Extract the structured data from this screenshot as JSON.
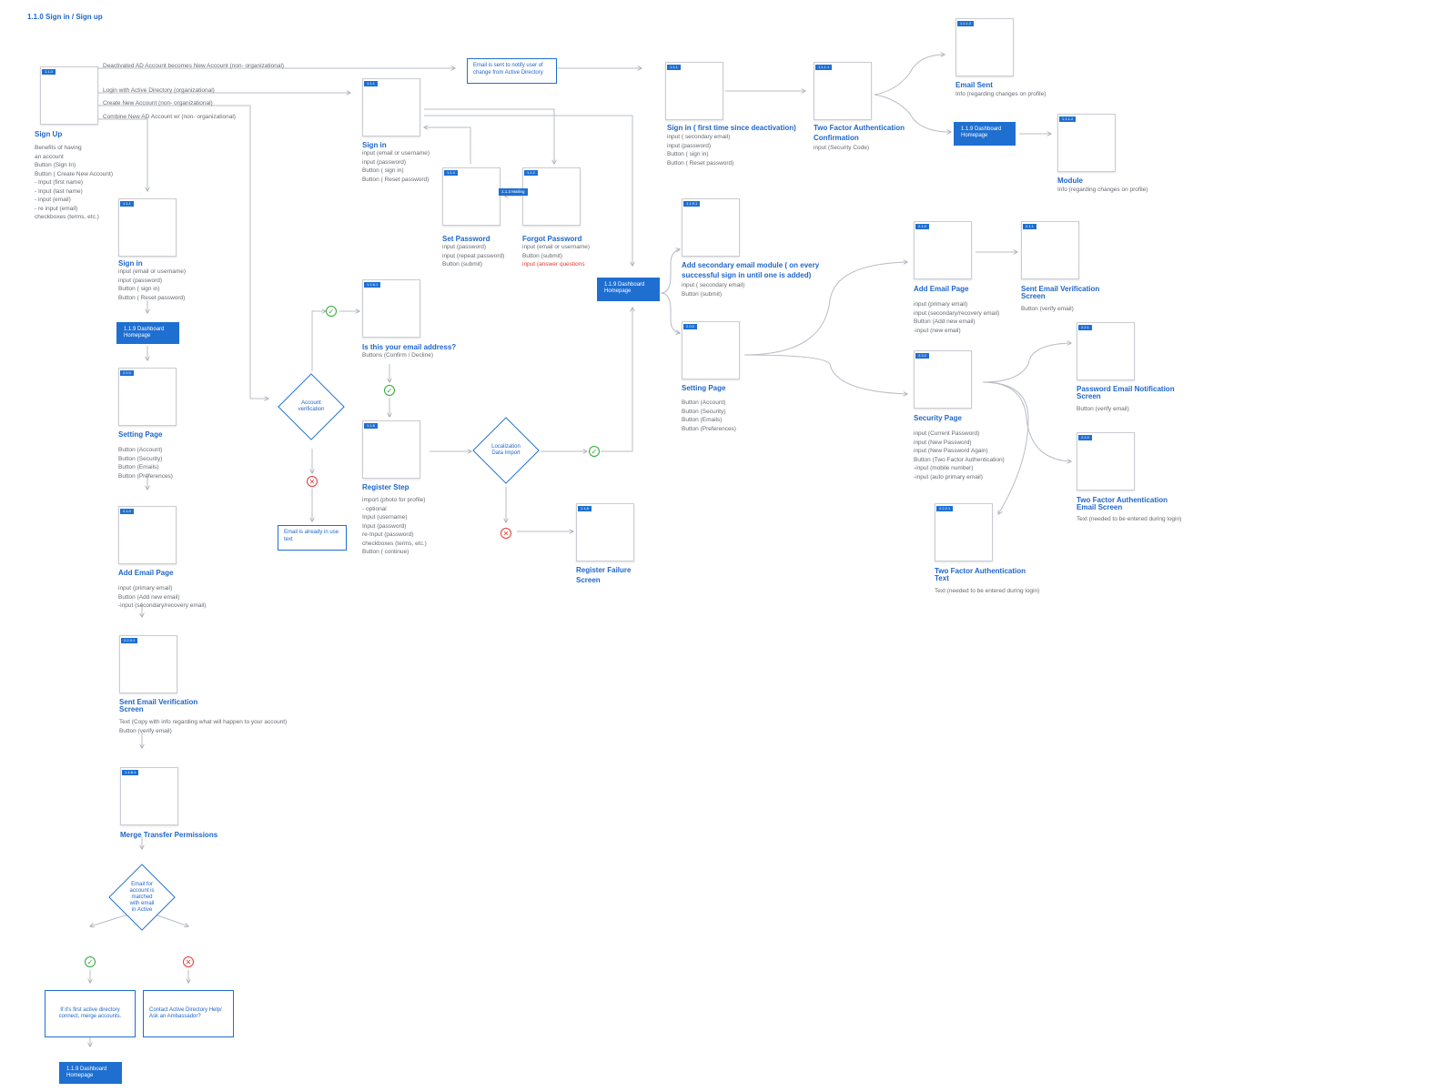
{
  "page": {
    "title": "1.1.0 Sign in / Sign up"
  },
  "edge_labels": {
    "deactivated": "Deactivated AD Account becomes New Account (non- organizational)",
    "login_ad": "Login with Active Directory (organizational)",
    "create_new": "Create New Account (non- organizational)",
    "combine": "Combine New AD Account w/ (non- organizational)"
  },
  "screens": {
    "signup": {
      "tag": "1.1.0",
      "title": "Sign Up",
      "details": [
        "Benefits of having",
        "an account",
        "Button (Sign In)",
        "Button ( Create New Account)",
        "  - Input (first name)",
        "  - Input (last name)",
        "  - input (email)",
        "  - re input (email)",
        "checkboxes (terms, etc.)"
      ]
    },
    "signin_top": {
      "tag": "1.1.1",
      "title": "Sign in",
      "details": [
        "input (email or username)",
        "input (password)",
        "Button ( sign in)",
        "Button ( Reset password)"
      ]
    },
    "set_password": {
      "tag": "1.1.4",
      "title": "Set Password",
      "details": [
        "input (password)",
        "input (repeat password)",
        "Button (submit)"
      ]
    },
    "forgot_password": {
      "tag": "1.1.2",
      "title": "Forgot Password",
      "details": [
        "input (email or username)",
        "Button (submit)"
      ],
      "red_detail": "input (answer questions"
    },
    "signin_left": {
      "tag": "1.1.1",
      "title": "Sign in",
      "details": [
        "input (email or username)",
        "input (password)",
        "Button ( sign in)",
        "Button ( Reset password)"
      ]
    },
    "setting_left": {
      "tag": "2.0.0",
      "title": "Setting Page",
      "details": [
        "Button (Account)",
        "Button (Security)",
        "Button (Emails)",
        "Button (Preferences)"
      ]
    },
    "add_email_left": {
      "tag": "2.1.0",
      "title": "Add Email Page",
      "details": [
        "input (primary email)",
        "Button (Add new email)",
        "   -input (secondary/recovery email)"
      ]
    },
    "sent_email_left": {
      "tag": "2.2.3.1",
      "title": "Sent Email Verification",
      "title2": "Screen",
      "details": [
        "Text  (Copy with info regarding what will happen to your account)",
        "Button (verify email)"
      ]
    },
    "merge": {
      "tag": "1.1.8.1",
      "title": "Merge Transfer  Permissions",
      "details": []
    },
    "is_your_email": {
      "tag": "1.1.6.1",
      "title": "Is this your email address?",
      "details": [
        "Buttons (Confirm / Decline)"
      ]
    },
    "register_step": {
      "tag": "1.1.6",
      "title": "Register Step",
      "details": [
        "import (photo for profile)",
        "- optional",
        "Input (username)",
        "Input (password)",
        "re-Input (password)",
        "checkboxes (terms, etc.)",
        "Button ( continue)"
      ]
    },
    "register_failure": {
      "tag": "1.1.8",
      "title": "Register Failure",
      "title2": "Screen",
      "details": []
    },
    "signin_first": {
      "tag": "1.1.1",
      "title": "Sign in ( first time since deactivation)",
      "details": [
        "input ( secondary email)",
        "input (password)",
        "Button ( sign in)",
        "Button ( Reset password)"
      ]
    },
    "two_factor_conf": {
      "tag": "1.1.1.1",
      "title": "Two Factor Authentication",
      "title2": "Confirmation",
      "details": [
        "input (Security Code)"
      ]
    },
    "email_sent": {
      "tag": "1.1.1.2",
      "title": "Email Sent",
      "details": [
        "Info (regarding changes on profile)"
      ]
    },
    "module": {
      "tag": "1.1.1.2",
      "title": "Module",
      "details": [
        "Info (regarding changes on profile)"
      ]
    },
    "add_secondary": {
      "tag": "1.1.9.1",
      "title": "Add secondary email module ( on every",
      "title2": "successful sign in until one is added)",
      "details": [
        "input ( secondary email)",
        "Button (submit)"
      ]
    },
    "setting_right": {
      "tag": "2.0.0",
      "title": "Setting Page",
      "details": [
        "Button (Account)",
        "Button (Security)",
        "Button (Emails)",
        "Button (Preferences)"
      ]
    },
    "add_email_right": {
      "tag": "2.1.0",
      "title": "Add Email Page",
      "details": [
        "input (primary email)",
        "input (secondary/recovery email)",
        "Button (Add new email)",
        "   -input (new email)"
      ]
    },
    "sent_email_right": {
      "tag": "2.1.1",
      "title": "Sent Email Verification",
      "title2": "Screen",
      "details": [
        "Button (verify email)"
      ]
    },
    "security": {
      "tag": "2.2.0",
      "title": "Security Page",
      "details": [
        "input (Current Password)",
        "input (New Password)",
        "input (New Password Again)",
        "Button (Two Factor Authentication)",
        "  -input (mobile number)",
        "  -input (auto primary email)"
      ]
    },
    "pwd_notif": {
      "tag": "2.2.1",
      "title": "Password Email Notification",
      "title2": "Screen",
      "details": [
        "Button (verify email)"
      ]
    },
    "tfa_email": {
      "tag": "2.2.2",
      "title": "Two Factor Authentication",
      "title2": "Email Screen",
      "details": [
        "Text (needed to be entered during login)"
      ]
    },
    "tfa_text": {
      "tag": "2.2.2.1",
      "title": "Two Factor Authentication",
      "title2": "Text",
      "details": [
        "Text (needed to be entered during login)"
      ]
    }
  },
  "dashboard": {
    "line1": "1.1.9  Dashboard",
    "line2": "Homepage"
  },
  "mailing_tag": "1.1.3 Mailing",
  "notes": {
    "email_notify": [
      "Email is sent to notify user of",
      "change from Active Directory"
    ],
    "email_in_use": [
      "Email is already in use",
      "text"
    ],
    "first_ad": [
      "If it's first active directory",
      "connect, merge accounts."
    ],
    "contact_ad": [
      "Contact Active Directory Help/",
      "Ask an Ambassador?"
    ]
  },
  "decisions": {
    "account_verification": [
      "Account",
      "verification"
    ],
    "localization": [
      "Localization",
      "Data Import"
    ],
    "email_matched": [
      "Email for",
      "account is",
      "matched",
      "with email",
      "in  Active"
    ]
  },
  "icons": {
    "ok": "check-circle-icon",
    "no": "cross-circle-icon"
  },
  "colors": {
    "accent": "#1f6fd1",
    "ok": "#2eaa3a",
    "no": "#e53935",
    "line": "#b8bcc4"
  }
}
